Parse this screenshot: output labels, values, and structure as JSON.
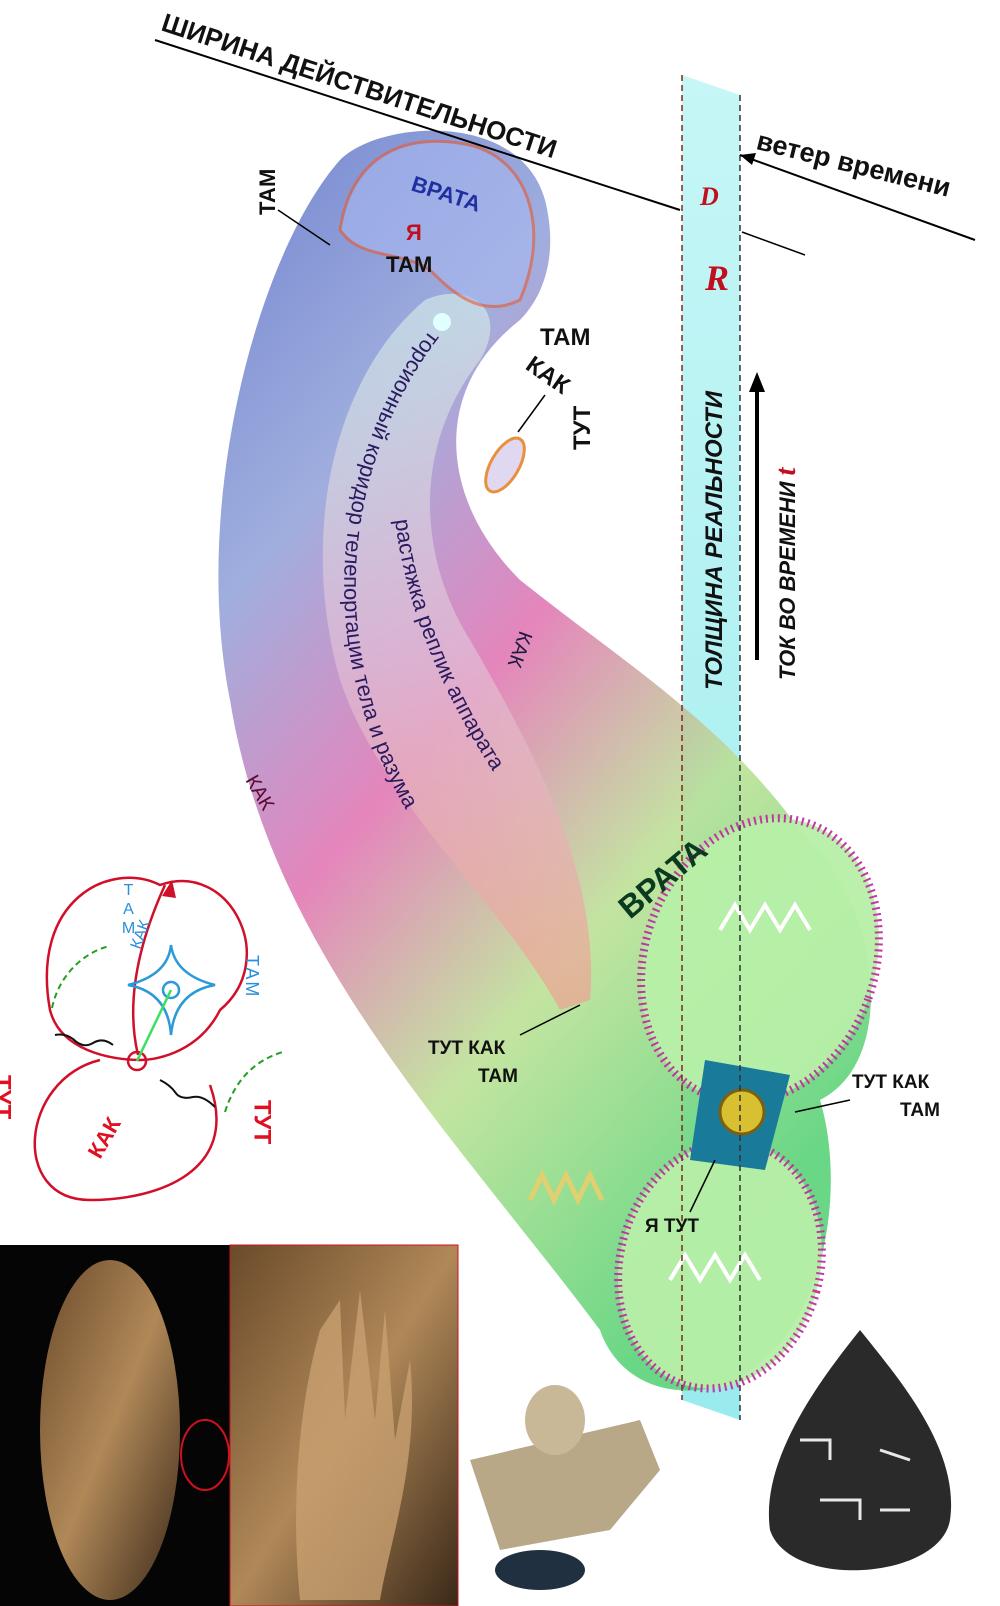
{
  "top": {
    "width_of_reality": "ШИРИНА ДЕЙСТВИТЕЛЬНОСТИ",
    "wind_of_time": "ветер времени",
    "symbol_d": "D",
    "symbol_r": "R",
    "thickness_of_reality": "ТОЛЩИНА РЕАЛЬНОСТИ",
    "flow_in_time": "ТОК ВО ВРЕМЕНИ",
    "symbol_t": "t"
  },
  "horn": {
    "there_top": "ТАМ",
    "gate_top": "ВРАТА",
    "i_there_1": "Я",
    "i_there_2": "ТАМ",
    "there_as_here": [
      "ТАМ",
      "КАК",
      "ТУТ"
    ],
    "torsion_corridor": "торсионный коридор телепортации тела и разума",
    "stretch": "растяжка реплик аппарата",
    "kak_right": "КАК",
    "kak_left": "КАК",
    "gate_bottom": "ВРАТА",
    "here_as_there_center": [
      "ТУТ КАК",
      "ТАМ"
    ],
    "here_as_there_right": [
      "ТУТ КАК",
      "ТАМ"
    ],
    "i_here": "Я ТУТ"
  },
  "schema": {
    "tam_left": "ТАМ",
    "kak_top": "КАК",
    "tam_right": "ТАМ",
    "tut_left": "ТУТ",
    "kak_bottom": "КАК",
    "tut_right": "ТУТ"
  },
  "colors": {
    "accent_red": "#d0102a",
    "schema_blue": "#2a8fd8",
    "band_cyan": "#7fe6ea"
  }
}
